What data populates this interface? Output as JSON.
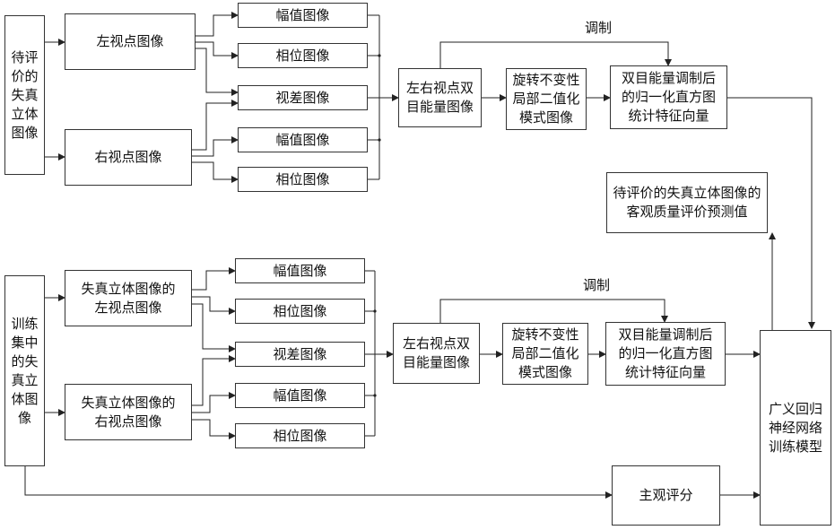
{
  "top": {
    "input": "待评\n价的\n失真\n立体\n图像",
    "left_view": "左视点图像",
    "right_view": "右视点图像",
    "left_mag": "幅值图像",
    "left_phase": "相位图像",
    "disparity": "视差图像",
    "right_mag": "幅值图像",
    "right_phase": "相位图像",
    "binocular_energy": "左右视点双\n目能量图像",
    "lbp": "旋转不变性\n局部二值化\n模式图像",
    "histogram": "双目能量调制后\n的归一化直方图\n统计特征向量",
    "modulation": "调制"
  },
  "bottom": {
    "input": "训练\n集中\n的失\n真立\n体图\n像",
    "left_view": "失真立体图像的\n左视点图像",
    "right_view": "失真立体图像的\n右视点图像",
    "left_mag": "幅值图像",
    "left_phase": "相位图像",
    "disparity": "视差图像",
    "right_mag": "幅值图像",
    "right_phase": "相位图像",
    "binocular_energy": "左右视点双\n目能量图像",
    "lbp": "旋转不变性\n局部二值化\n模式图像",
    "histogram": "双目能量调制后\n的归一化直方图\n统计特征向量",
    "modulation": "调制"
  },
  "output": "待评价的失真立体图像的\n客观质量评价预测值",
  "grnn": "广义回归\n神经网络\n训练模型",
  "subjective": "主观评分"
}
